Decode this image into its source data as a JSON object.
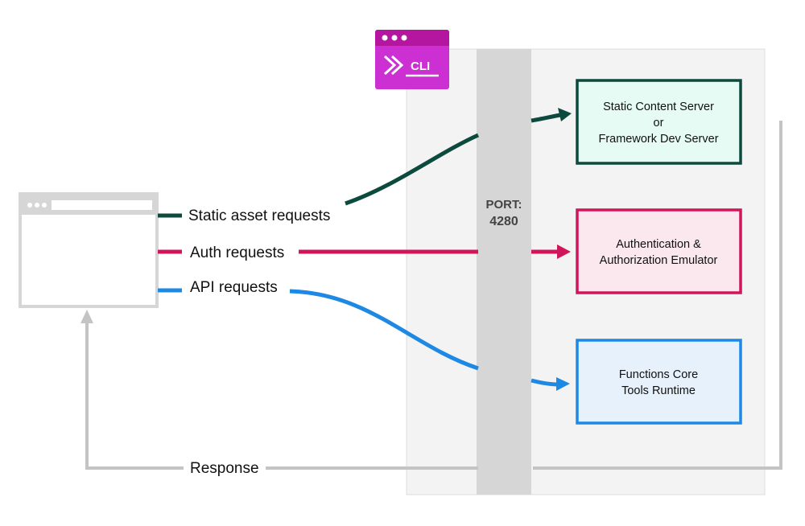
{
  "colors": {
    "static": "#0c4a3e",
    "auth": "#d0155a",
    "api": "#1e88e5",
    "response": "#c4c4c4",
    "cli": "#cc2fd2"
  },
  "cli_icon": {
    "label": "CLI",
    "icon": "cli-chevrons-icon"
  },
  "port": {
    "line1": "PORT:",
    "line2": "4280"
  },
  "requests": {
    "static": "Static asset requests",
    "auth": "Auth requests",
    "api": "API requests",
    "response": "Response"
  },
  "boxes": {
    "static_server": {
      "line1": "Static Content Server",
      "line2": "or",
      "line3": "Framework Dev Server"
    },
    "auth_emulator": {
      "line1": "Authentication &",
      "line2": "Authorization Emulator"
    },
    "functions_runtime": {
      "line1": "Functions Core",
      "line2": "Tools Runtime"
    }
  }
}
